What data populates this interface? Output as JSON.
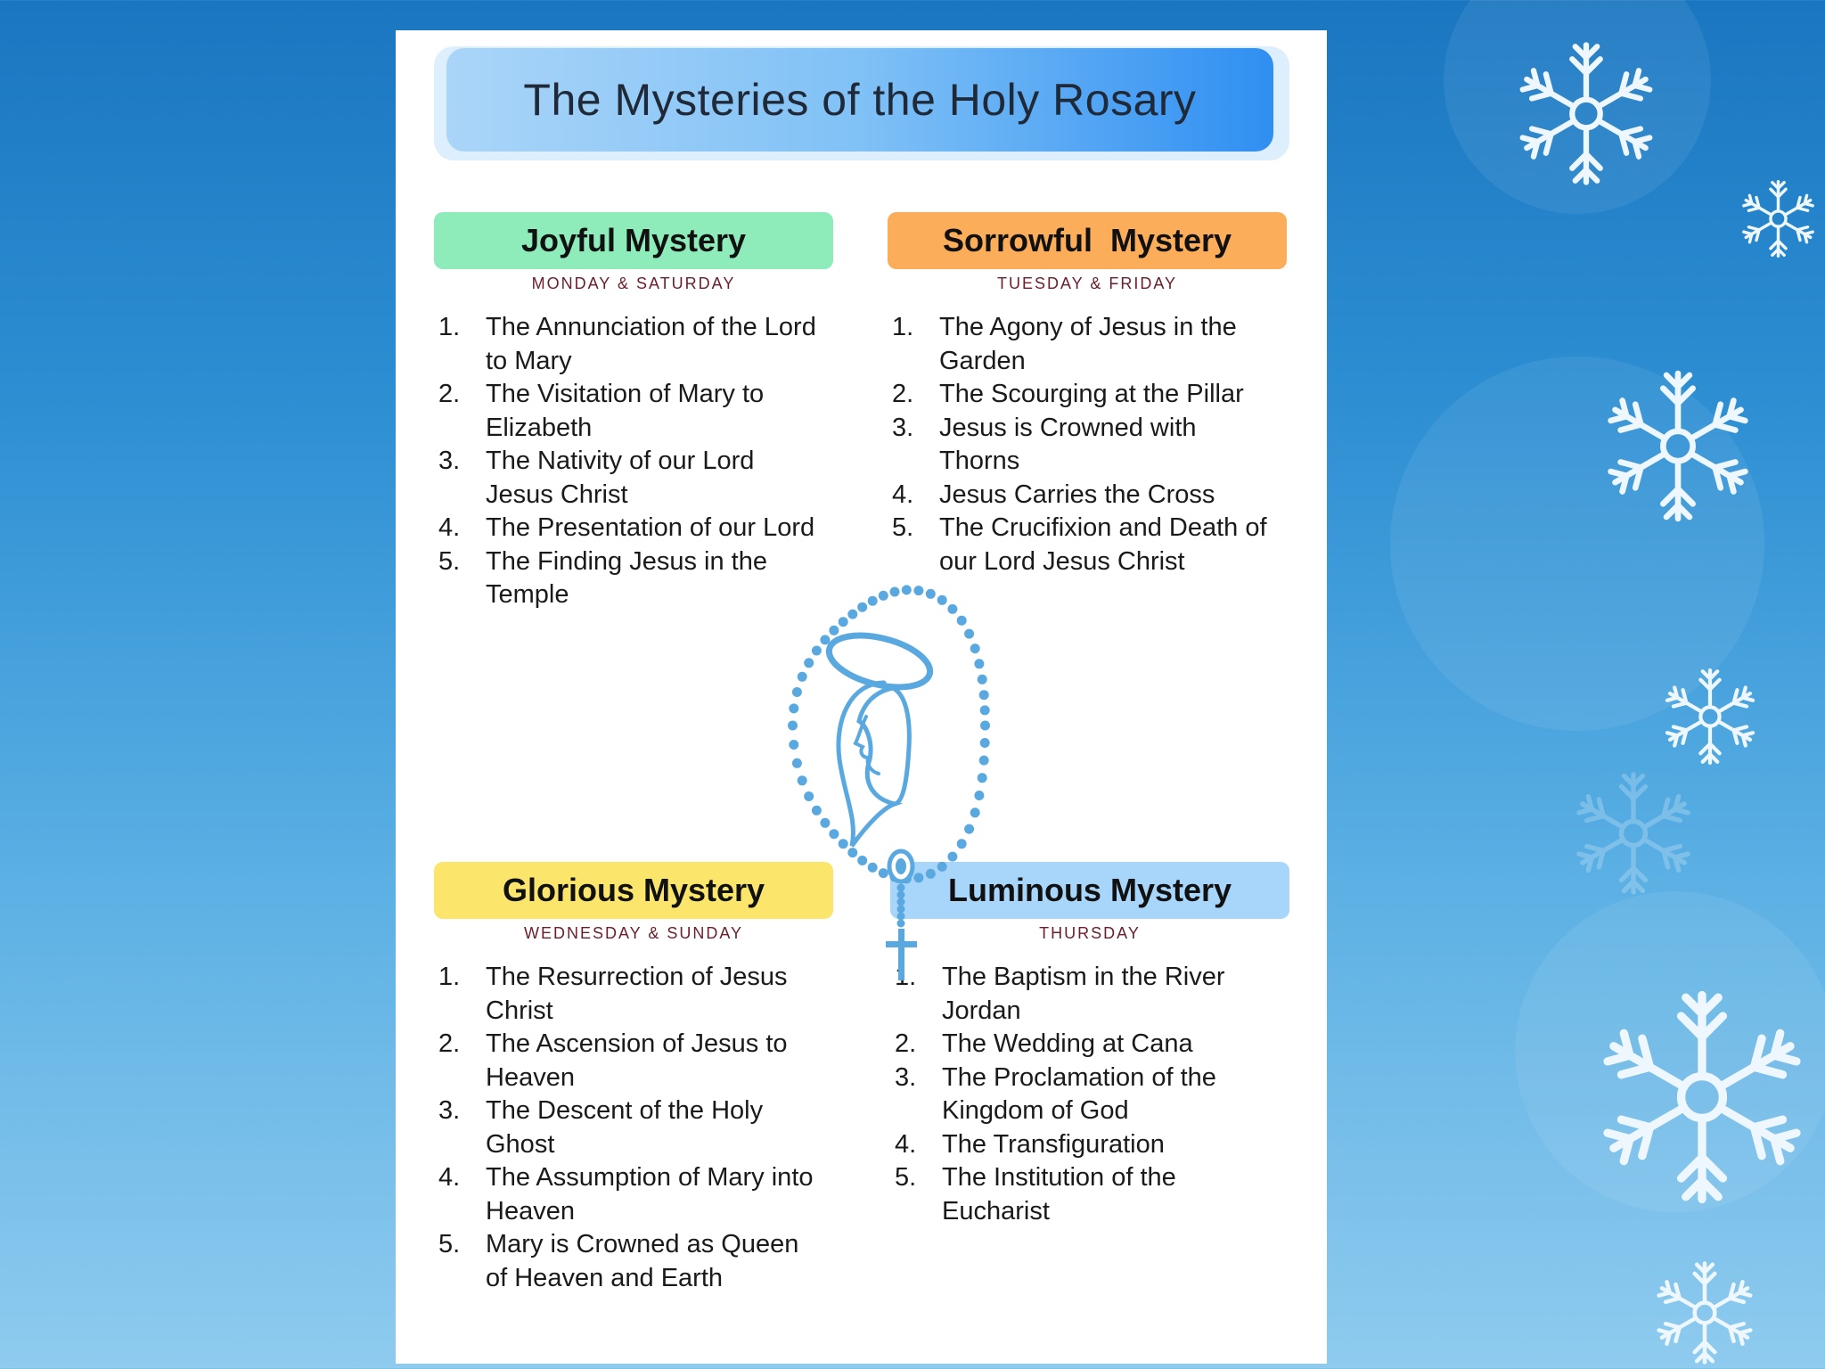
{
  "title": "The Mysteries of the Holy Rosary",
  "colors": {
    "background_top": "#1a76c0",
    "background_bottom": "#8fcbef",
    "title_bar": "#4aa3f5",
    "joyful": "#8eecbb",
    "sorrowful": "#fbad59",
    "glorious": "#fbe66b",
    "luminous": "#a8d6fa",
    "days_text": "#6b1e2a",
    "rosary": "#5aa8e0"
  },
  "mysteries": {
    "joyful": {
      "name": "Joyful Mystery",
      "days": "MONDAY & SATURDAY",
      "items": [
        {
          "num": "1.",
          "text": "The Annunciation of the Lord to Mary"
        },
        {
          "num": "2.",
          "text": "The Visitation of Mary to Elizabeth"
        },
        {
          "num": "3.",
          "text": "The Nativity of our Lord Jesus Christ"
        },
        {
          "num": "4.",
          "text": "The Presentation of our Lord"
        },
        {
          "num": "5.",
          "text": "The Finding Jesus in the Temple"
        }
      ]
    },
    "sorrowful": {
      "name": "Sorrowful  Mystery",
      "days": "TUESDAY & FRIDAY",
      "items": [
        {
          "num": "1.",
          "text": "The Agony of Jesus in the Garden"
        },
        {
          "num": "2.",
          "text": "The Scourging at the Pillar"
        },
        {
          "num": "3.",
          "text": "Jesus is Crowned with Thorns"
        },
        {
          "num": "4.",
          "text": "Jesus Carries the Cross"
        },
        {
          "num": "5.",
          "text": "The Crucifixion and Death of our Lord Jesus Christ"
        }
      ]
    },
    "glorious": {
      "name": "Glorious Mystery",
      "days": "WEDNESDAY & SUNDAY",
      "items": [
        {
          "num": "1.",
          "text": "The Resurrection of Jesus Christ"
        },
        {
          "num": "2.",
          "text": "The Ascension of Jesus to Heaven"
        },
        {
          "num": "3.",
          "text": "The Descent of the Holy Ghost"
        },
        {
          "num": "4.",
          "text": "The Assumption of Mary into Heaven"
        },
        {
          "num": "5.",
          "text": "Mary is Crowned as Queen of Heaven and Earth"
        }
      ]
    },
    "luminous": {
      "name": "Luminous Mystery",
      "days": "THURSDAY",
      "items": [
        {
          "num": "1.",
          "text": "The Baptism in the River Jordan"
        },
        {
          "num": "2.",
          "text": "The Wedding at Cana"
        },
        {
          "num": "3.",
          "text": "The Proclamation of the Kingdom of God"
        },
        {
          "num": "4.",
          "text": "The Transfiguration"
        },
        {
          "num": "5.",
          "text": "The Institution of the Eucharist"
        }
      ]
    }
  },
  "icons": {
    "decoration": "snowflake-icon",
    "center_image": "rosary-icon"
  }
}
